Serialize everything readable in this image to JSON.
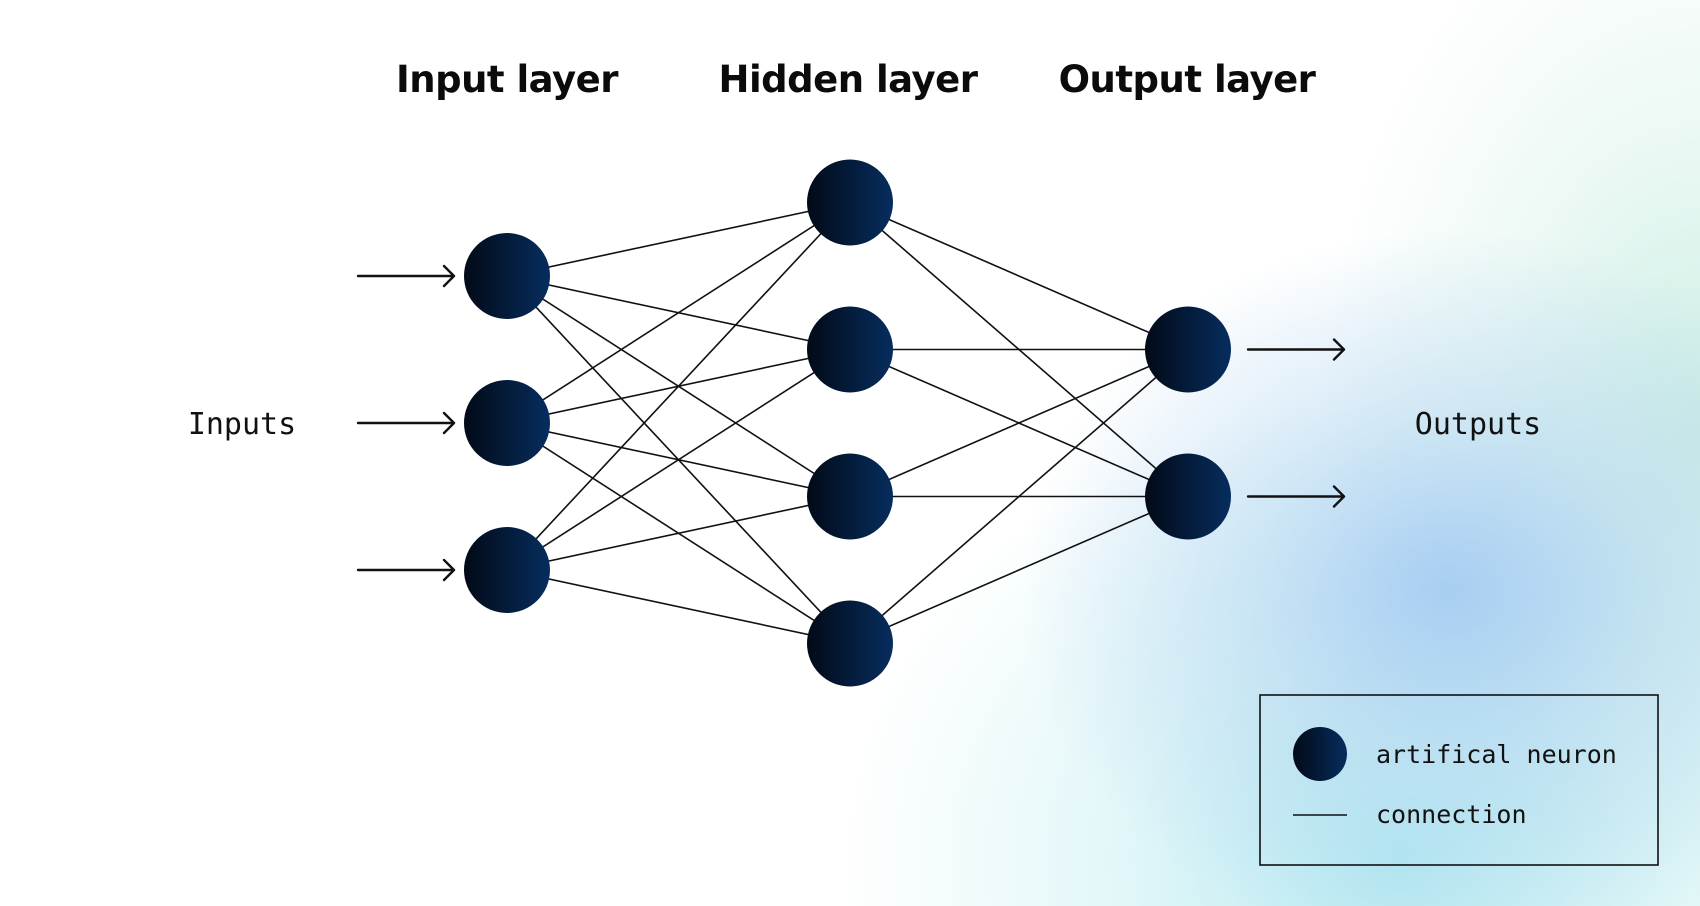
{
  "layers": [
    {
      "title": "Input layer",
      "neurons": 3
    },
    {
      "title": "Hidden layer",
      "neurons": 4
    },
    {
      "title": "Output layer",
      "neurons": 2
    }
  ],
  "labels": {
    "inputs": "Inputs",
    "outputs": "Outputs"
  },
  "legend": {
    "neuron_label": "artifical neuron",
    "connection_label": "connection"
  },
  "colors": {
    "neuron_dark": "#020a17",
    "neuron_light": "#062d5e",
    "ink": "#111111"
  }
}
